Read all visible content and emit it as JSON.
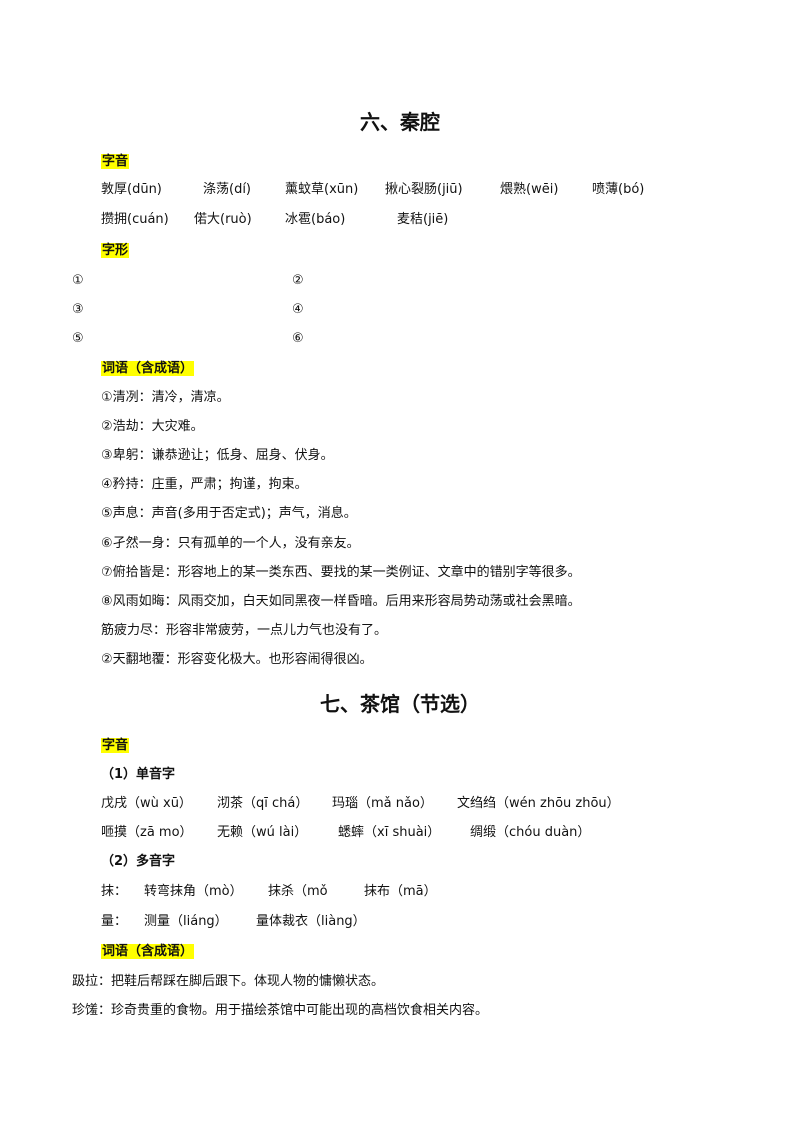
{
  "highlight_color": "#ffff00",
  "section1": {
    "title": "六、秦腔",
    "pron_heading": "字音",
    "pron_row1": [
      "敦厚(dūn)",
      "涤荡(dí)",
      "薰蚊草(xūn)",
      "揪心裂肠(jiū)",
      "煨熟(wēi)",
      "喷薄(bó)"
    ],
    "pron_row2": [
      "攒拥(cuán)",
      "偌大(ruò)",
      "冰雹(báo)",
      "麦秸(jiē)"
    ],
    "form_heading": "字形",
    "form_marks": [
      "①",
      "②",
      "③",
      "④",
      "⑤",
      "⑥"
    ],
    "vocab_heading": "词语（含成语）",
    "vocab": [
      "①清冽：清冷，清凉。",
      "②浩劫：大灾难。",
      "③卑躬：谦恭逊让；低身、屈身、伏身。",
      "④矜持：庄重，严肃；拘谨，拘束。",
      "⑤声息：声音(多用于否定式)；声气，消息。",
      "⑥孑然一身：只有孤单的一个人，没有亲友。",
      "⑦俯拾皆是：形容地上的某一类东西、要找的某一类例证、文章中的错别字等很多。",
      "⑧风雨如晦：风雨交加，白天如同黑夜一样昏暗。后用来形容局势动荡或社会黑暗。",
      "筋疲力尽：形容非常疲劳，一点儿力气也没有了。",
      "②天翻地覆：形容变化极大。也形容闹得很凶。"
    ]
  },
  "section2": {
    "title": "七、茶馆（节选）",
    "pron_heading": "字音",
    "single_heading": "（1）单音字",
    "single_row1": [
      "戊戌（wù xū）",
      "沏茶（qī chá）",
      "玛瑙（mǎ nǎo）",
      "文绉绉（wén zhōu zhōu）"
    ],
    "single_row2": [
      "咂摸（zā mo）",
      "无赖（wú lài）",
      "蟋蟀（xī shuài）",
      "绸缎（chóu duàn）"
    ],
    "multi_heading": "（2）多音字",
    "multi_row1": [
      "抹：",
      "转弯抹角（mò）",
      "抹杀（mǒ",
      "抹布（mā）"
    ],
    "multi_row2": [
      "量：",
      "测量（liáng）",
      "量体裁衣（liàng）"
    ],
    "vocab_heading": "词语（含成语）",
    "vocab": [
      "趿拉：把鞋后帮踩在脚后跟下。体现人物的慵懒状态。",
      "珍馐：珍奇贵重的食物。用于描绘茶馆中可能出现的高档饮食相关内容。"
    ]
  }
}
